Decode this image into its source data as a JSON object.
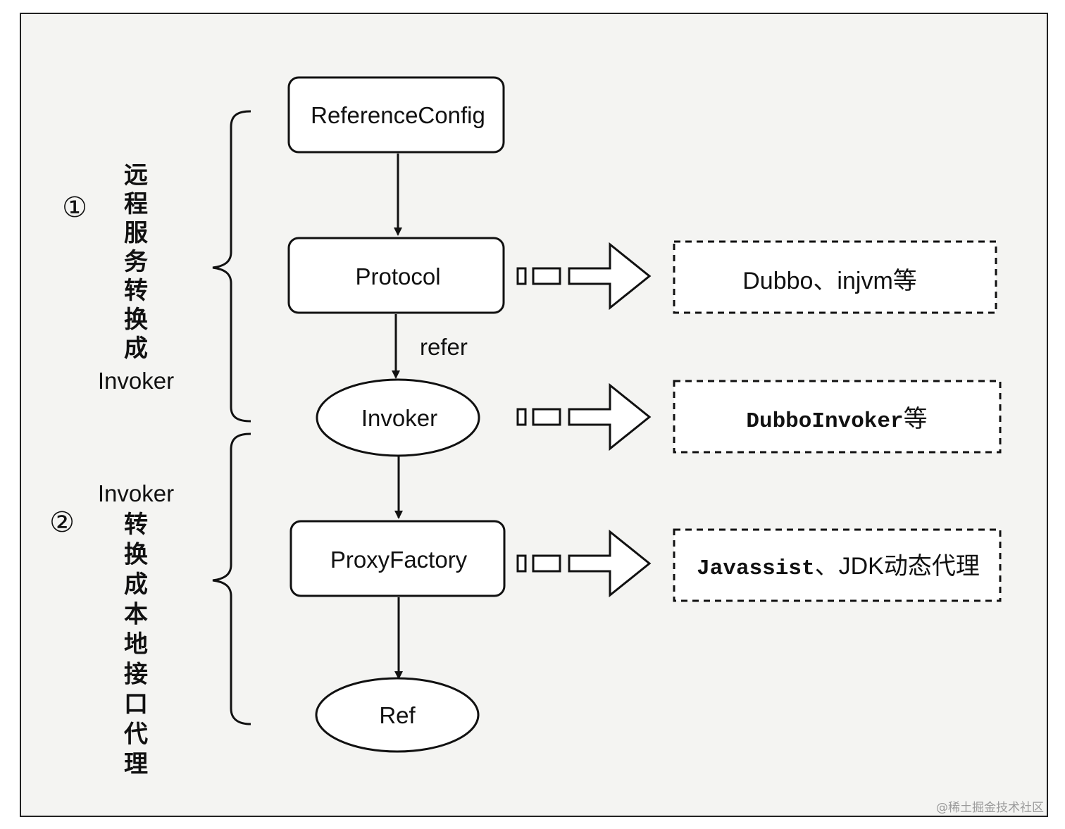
{
  "nodes": {
    "reference_config": "ReferenceConfig",
    "protocol": "Protocol",
    "invoker": "Invoker",
    "proxy_factory": "ProxyFactory",
    "ref": "Ref"
  },
  "edge_labels": {
    "refer": "refer"
  },
  "targets": {
    "protocol_impl": "Dubbo、injvm等",
    "invoker_impl_mono": "DubboInvoker",
    "invoker_impl_suffix": "等",
    "proxy_impl_mono": "Javassist",
    "proxy_impl_suffix": "、JDK动态代理"
  },
  "stages": {
    "stage1": {
      "number": "①",
      "chars": [
        "远",
        "程",
        "服",
        "务",
        "转",
        "换",
        "成"
      ],
      "tail": "Invoker"
    },
    "stage2": {
      "number": "②",
      "head": "Invoker",
      "chars": [
        "转",
        "换",
        "成",
        "本",
        "地",
        "接",
        "口",
        "代",
        "理"
      ]
    }
  },
  "watermark": "@稀土掘金技术社区"
}
